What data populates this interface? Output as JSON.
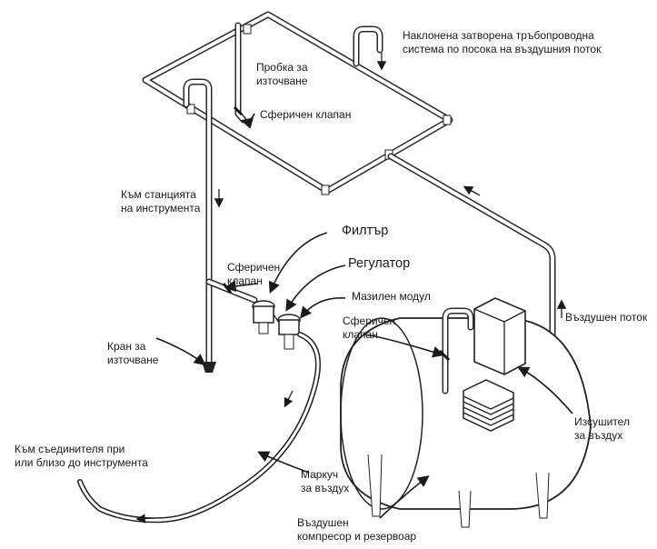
{
  "labels": {
    "slope_note": "Наклонена затворена тръбопроводна\nсистема по посока на въздушния поток",
    "drain_plug": "Пробка за\nизточване",
    "ball_valve_top": "Сферичен клапан",
    "to_station": "Към станцията\nна инструмента",
    "filter": "Филтър",
    "ball_valve_mid": "Сферичен\nклапан",
    "regulator": "Регулатор",
    "lubricator": "Мазилен модул",
    "airflow": "Въздушен поток",
    "ball_valve_right": "Сферичен\nклапан",
    "drain_cock": "Кран за\nизточване",
    "to_coupler": "Към съединителя при\nили близо до инструмента",
    "hose": "Маркуч\nза въздух",
    "dryer": "Изсушител\nза въздух",
    "compressor": "Въздушен\nкомпресор и резервоар"
  }
}
